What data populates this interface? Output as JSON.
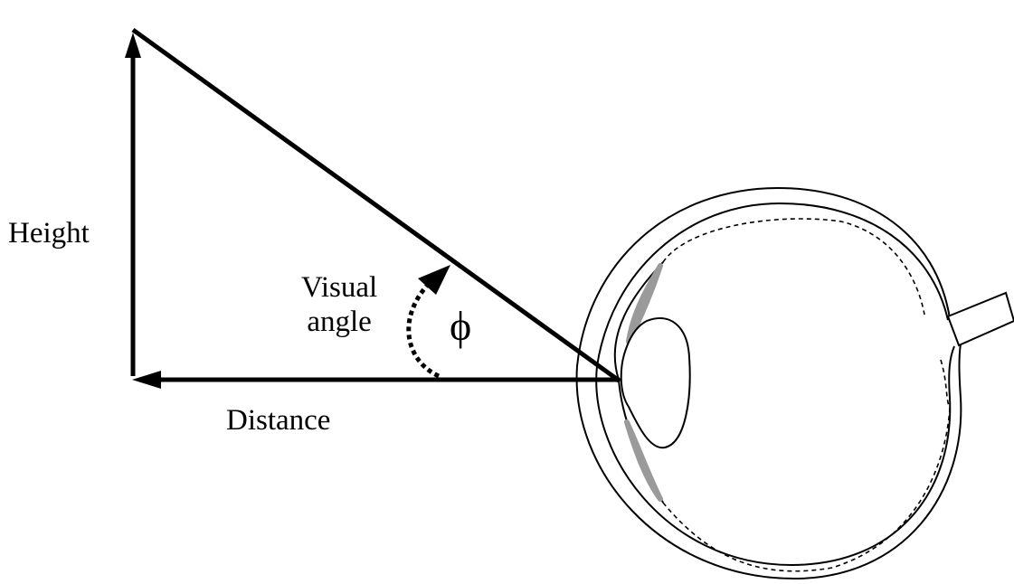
{
  "labels": {
    "height": "Height",
    "distance": "Distance",
    "visual_angle_line1": "Visual",
    "visual_angle_line2": "angle",
    "phi": "ϕ"
  },
  "colors": {
    "stroke": "#000000",
    "muscle_fill": "#9a9a9a",
    "background": "#ffffff"
  },
  "parts": [
    "height-arrow",
    "distance-arrow",
    "line-of-sight",
    "visual-angle-arc",
    "eyeball",
    "cornea",
    "lens",
    "ciliary-muscle",
    "retina",
    "optic-nerve"
  ]
}
